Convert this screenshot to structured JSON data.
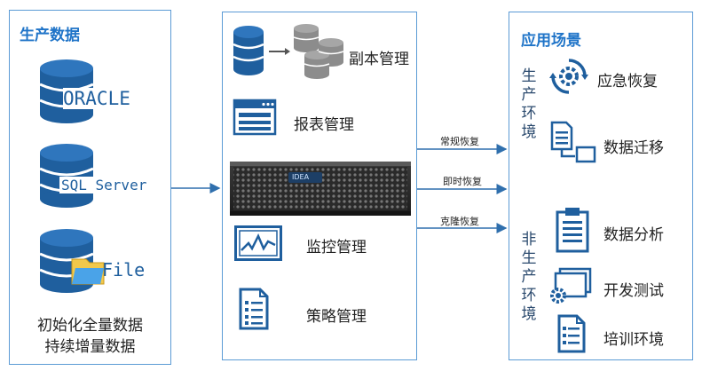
{
  "left": {
    "title": "生产数据",
    "sources": [
      "ORACLE",
      "SQL Server",
      "File"
    ],
    "footer_line1": "初始化全量数据",
    "footer_line2": "持续增量数据"
  },
  "middle": {
    "items": [
      "副本管理",
      "报表管理",
      "监控管理",
      "策略管理"
    ],
    "server_logo": "IDEA"
  },
  "links": [
    "常规恢复",
    "即时恢复",
    "克隆恢复"
  ],
  "right": {
    "title": "应用场景",
    "group1": "生产环境",
    "group2": "非生产环境",
    "items": [
      "应急恢复",
      "数据迁移",
      "数据分析",
      "开发测试",
      "培训环境"
    ]
  },
  "colors": {
    "accent": "#1f74c8",
    "border": "#5b9bd5",
    "db": "#1f5f9e",
    "gray": "#8c8c8c"
  }
}
